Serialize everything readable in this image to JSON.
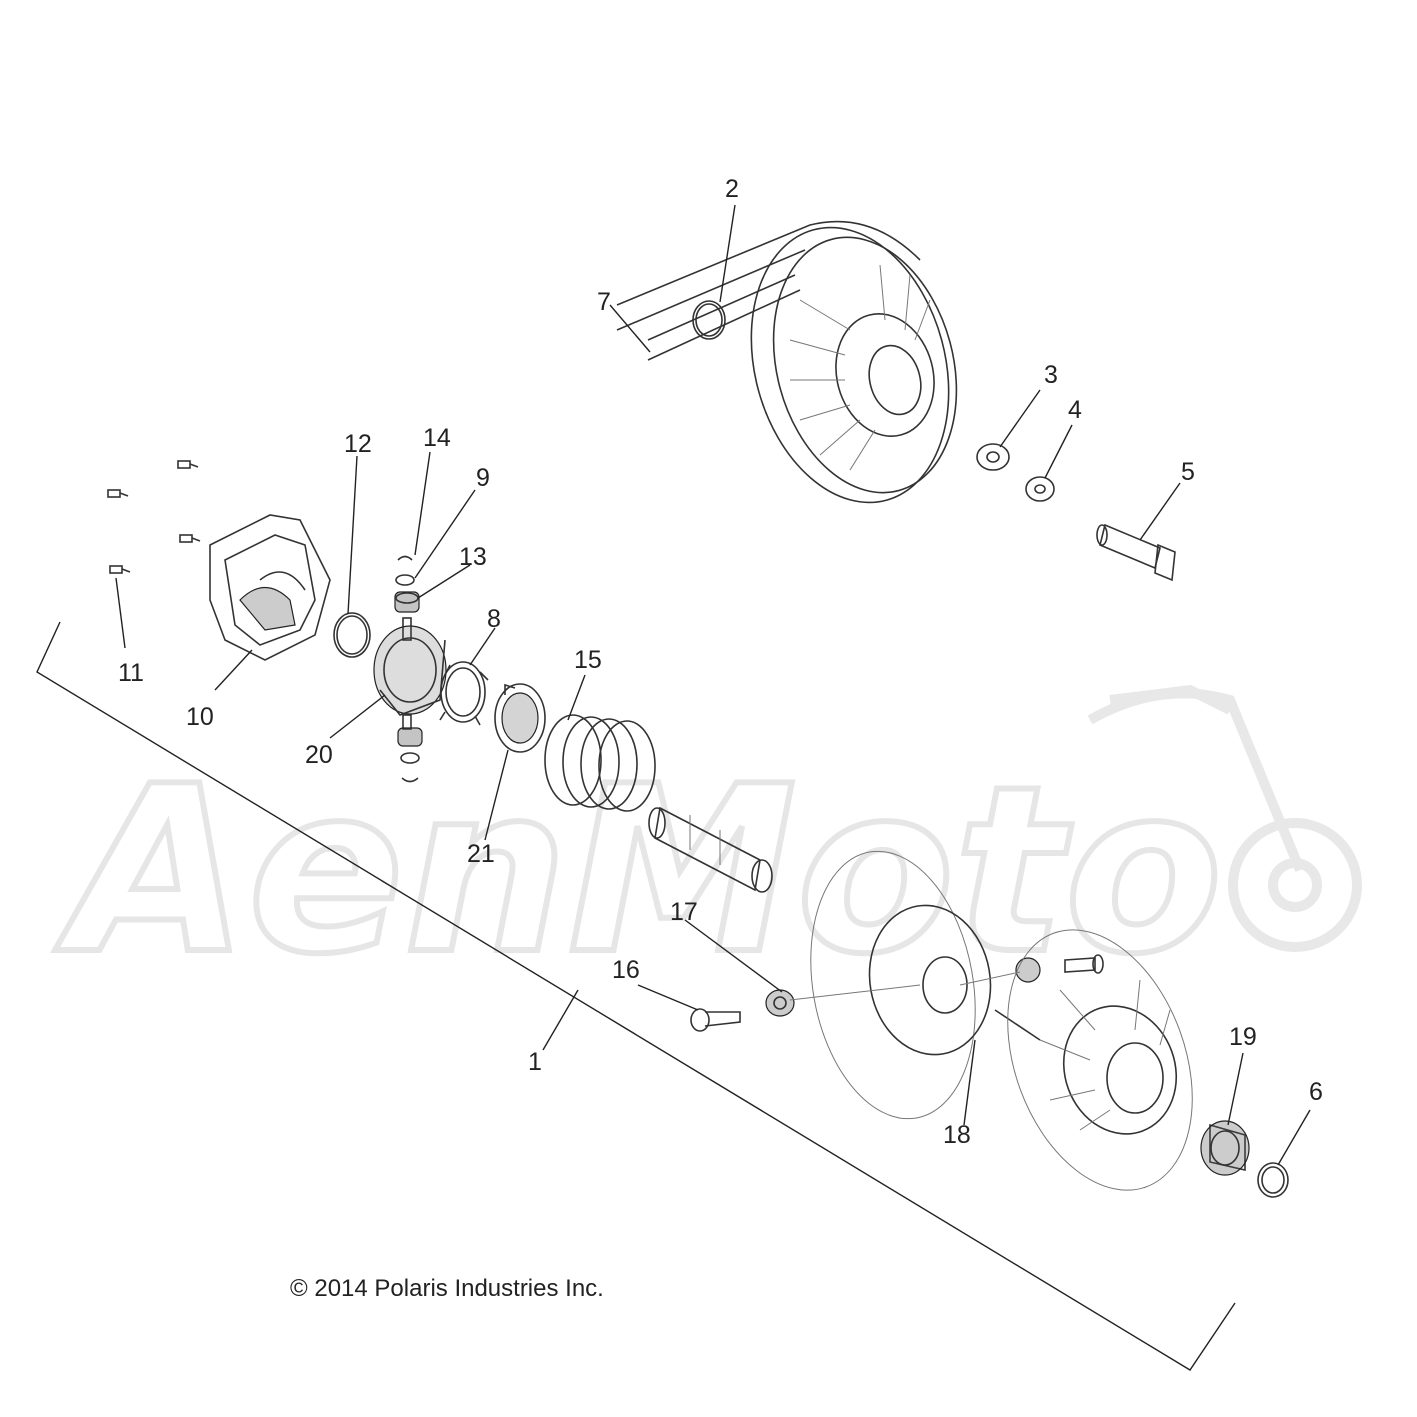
{
  "watermark": {
    "text": "AenMoto"
  },
  "copyright": "© 2014 Polaris Industries Inc.",
  "callouts": [
    {
      "id": "c1",
      "label": "1"
    },
    {
      "id": "c2",
      "label": "2"
    },
    {
      "id": "c3",
      "label": "3"
    },
    {
      "id": "c4",
      "label": "4"
    },
    {
      "id": "c5",
      "label": "5"
    },
    {
      "id": "c6",
      "label": "6"
    },
    {
      "id": "c7",
      "label": "7"
    },
    {
      "id": "c8",
      "label": "8"
    },
    {
      "id": "c9",
      "label": "9"
    },
    {
      "id": "c10",
      "label": "10"
    },
    {
      "id": "c11",
      "label": "11"
    },
    {
      "id": "c12",
      "label": "12"
    },
    {
      "id": "c13",
      "label": "13"
    },
    {
      "id": "c14",
      "label": "14"
    },
    {
      "id": "c15",
      "label": "15"
    },
    {
      "id": "c16",
      "label": "16"
    },
    {
      "id": "c17",
      "label": "17"
    },
    {
      "id": "c18",
      "label": "18"
    },
    {
      "id": "c19",
      "label": "19"
    },
    {
      "id": "c20",
      "label": "20"
    },
    {
      "id": "c21",
      "label": "21"
    }
  ]
}
